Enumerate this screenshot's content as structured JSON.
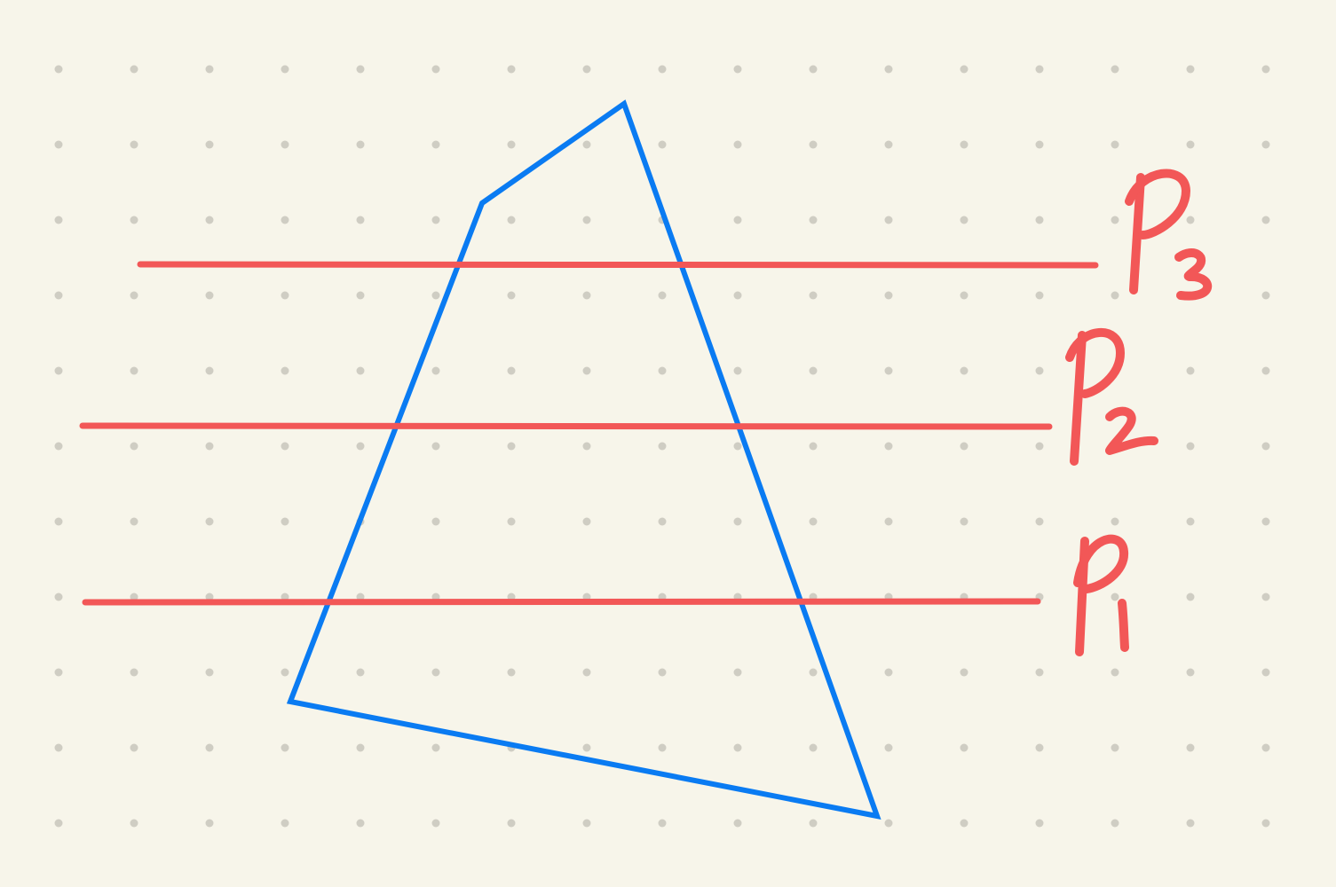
{
  "colors": {
    "background": "#f7f5ea",
    "grid_dot": "#cfcdc3",
    "polygon": "#0a7bf2",
    "plane_line": "#f25757"
  },
  "labels": {
    "p1": "P1",
    "p2": "P2",
    "p3": "P3"
  }
}
